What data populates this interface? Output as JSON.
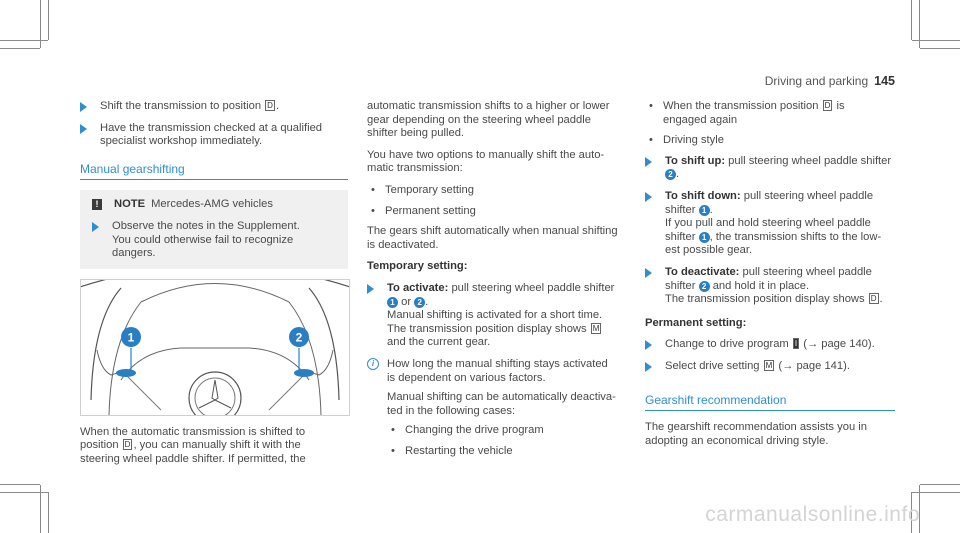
{
  "header": {
    "section": "Driving and parking",
    "page": "145"
  },
  "col1": {
    "steps": [
      {
        "lines": [
          "Shift the transmission to position"
        ],
        "key": "D",
        "suffix": "."
      },
      {
        "lines": [
          "Have the transmission checked at a qualified",
          "specialist workshop immediately."
        ]
      }
    ],
    "section_title": "Manual gearshifting",
    "note": {
      "icon": "!",
      "label": "NOTE",
      "text": "Mercedes-AMG vehicles",
      "step_lines": [
        "Observe the notes in the Supplement.",
        "You could otherwise fail to recognize",
        "dangers."
      ]
    },
    "figure": {
      "callouts": [
        "1",
        "2"
      ]
    },
    "after_lines": [
      "When the automatic transmission is shifted to",
      "position",
      ", you can manually shift it with the",
      "steering wheel paddle shifter. If permitted, the"
    ],
    "after_key": "D"
  },
  "col2": {
    "intro": [
      "automatic transmission shifts to a higher or lower",
      "gear depending on the steering wheel paddle",
      "shifter being pulled."
    ],
    "options_intro": [
      "You have two options to manually shift the auto-",
      "matic transmission:"
    ],
    "options": [
      "Temporary setting",
      "Permanent setting"
    ],
    "auto": [
      "The gears shift automatically when manual shifting",
      "is deactivated."
    ],
    "temp_title": "Temporary setting:",
    "activate_label": "To activate:",
    "activate_text": "pull steering wheel paddle shifter",
    "activate_n1": "1",
    "activate_or": "or",
    "activate_n2": "2",
    "activate_more": [
      "Manual shifting is activated for a short time.",
      "The transmission position display shows"
    ],
    "activate_key": "M",
    "activate_end": "and the current gear.",
    "info_icon": "i",
    "info_lines": [
      "How long the manual shifting stays activated",
      "is dependent on various factors."
    ],
    "info_more": [
      "Manual shifting can be automatically deactiva-",
      "ted in the following cases:"
    ],
    "cases": [
      "Changing the drive program",
      "Restarting the vehicle"
    ]
  },
  "col3": {
    "when_bullet": [
      "When the transmission position",
      "is",
      "engaged again"
    ],
    "when_key": "D",
    "style_bullet": "Driving style",
    "up_label": "To shift up:",
    "up_text": "pull steering wheel paddle shifter",
    "up_n": "2",
    "down_label": "To shift down:",
    "down_text": "pull steering wheel paddle",
    "down_shifter": "shifter",
    "down_n": "1",
    "down_more": [
      "If you pull and hold steering wheel paddle",
      "shifter",
      ", the transmission shifts to the low-",
      "est possible gear."
    ],
    "deact_label": "To deactivate:",
    "deact_text": "pull steering wheel paddle",
    "deact_shifter": "shifter",
    "deact_n": "2",
    "deact_rest": "and hold it in place.",
    "deact_more": "The transmission position display shows",
    "deact_key": "D",
    "perm_title": "Permanent setting:",
    "perm1_text": "Change to drive program",
    "perm1_key": "I",
    "perm1_ref": "(→ page 140).",
    "perm2_text": "Select drive setting",
    "perm2_key": "M",
    "perm2_ref": "(→ page 141).",
    "rec_title": "Gearshift recommendation",
    "rec_lines": [
      "The gearshift recommendation assists you in",
      "adopting an economical driving style."
    ]
  },
  "watermark": "carmanualsonline.info"
}
